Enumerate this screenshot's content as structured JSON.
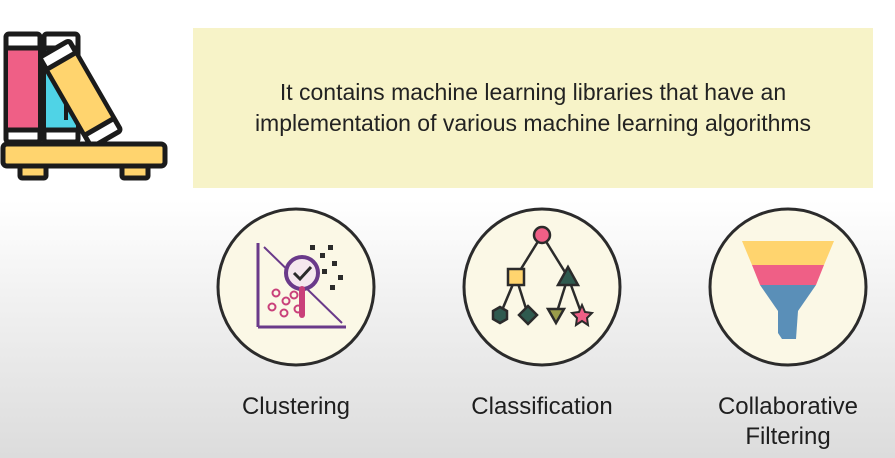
{
  "banner": {
    "text": "It contains machine learning libraries that have an implementation of various machine learning algorithms"
  },
  "icons": {
    "library": "books-on-shelf-icon",
    "clustering": "scatter-magnifier-icon",
    "classification": "decision-tree-icon",
    "collaborative_filtering": "funnel-icon"
  },
  "cards": [
    {
      "label": "Clustering"
    },
    {
      "label": "Classification"
    },
    {
      "label": "Collaborative\nFiltering"
    }
  ],
  "colors": {
    "banner_bg": "#f7f3c8",
    "circle_fill": "#fbf8e6",
    "circle_stroke": "#2b2b2b",
    "pink": "#ef5f86",
    "cyan": "#4fd3e6",
    "yellow": "#ffd46e",
    "dark_green": "#2f5a4f",
    "olive": "#9a9d4a",
    "funnel_blue": "#5a8fb8"
  }
}
